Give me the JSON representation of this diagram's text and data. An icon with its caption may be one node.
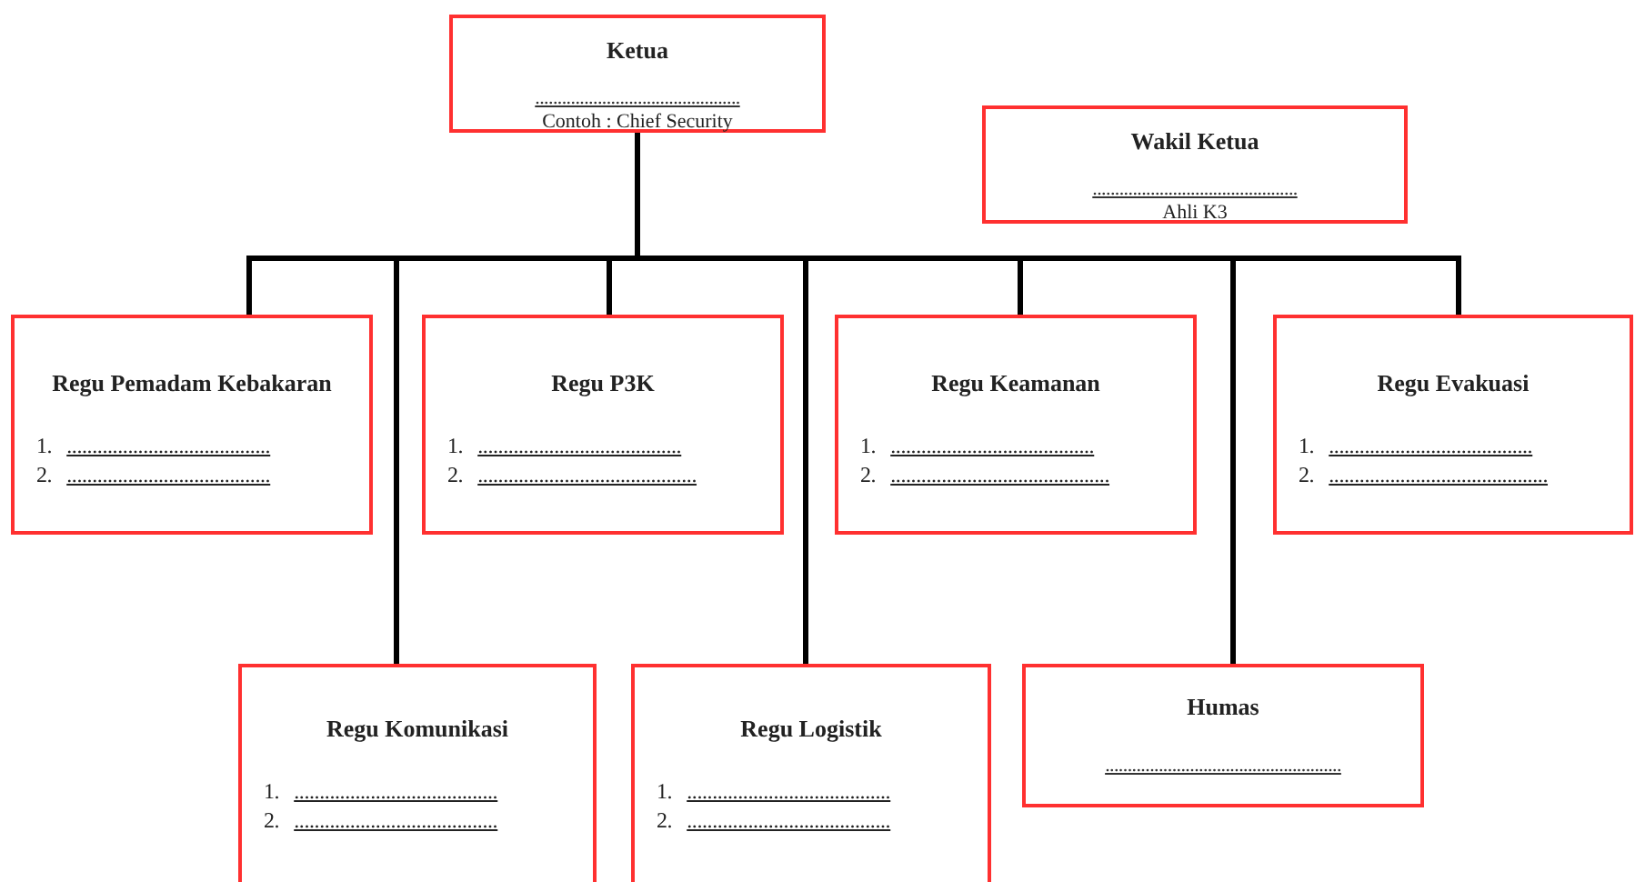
{
  "diagram": {
    "nodes": [
      {
        "text": [
          "Ketua",
          "..............................................",
          "Contoh : Chief Security"
        ]
      },
      {
        "text": [
          "Wakil Ketua",
          "..............................................",
          "Ahli K3"
        ]
      },
      {
        "text": [
          "Regu Pemadam Kebakaran",
          "1. ........................................",
          "2. ........................................"
        ]
      },
      {
        "text": [
          "Regu P3K",
          "1. ........................................",
          "2. ..........................................."
        ]
      },
      {
        "text": [
          "Regu Keamanan",
          "1. ........................................",
          "2. ..........................................."
        ]
      },
      {
        "text": [
          "Regu Evakuasi",
          "1. ........................................",
          "2. ..........................................."
        ]
      },
      {
        "text": [
          "Regu Komunikasi",
          "1. ........................................",
          "2. ........................................"
        ]
      },
      {
        "text": [
          "Regu Logistik",
          "1. ........................................",
          "2. ........................................"
        ]
      },
      {
        "text": [
          "Humas",
          "....................................................."
        ]
      }
    ],
    "edges": [
      {
        "from": 0,
        "to": 2,
        "arrow": "none"
      },
      {
        "from": 0,
        "to": 6,
        "arrow": "none"
      },
      {
        "from": 0,
        "to": 3,
        "arrow": "none"
      },
      {
        "from": 0,
        "to": 7,
        "arrow": "none"
      },
      {
        "from": 0,
        "to": 4,
        "arrow": "none"
      },
      {
        "from": 0,
        "to": 8,
        "arrow": "none"
      },
      {
        "from": 0,
        "to": 5,
        "arrow": "none"
      }
    ]
  }
}
